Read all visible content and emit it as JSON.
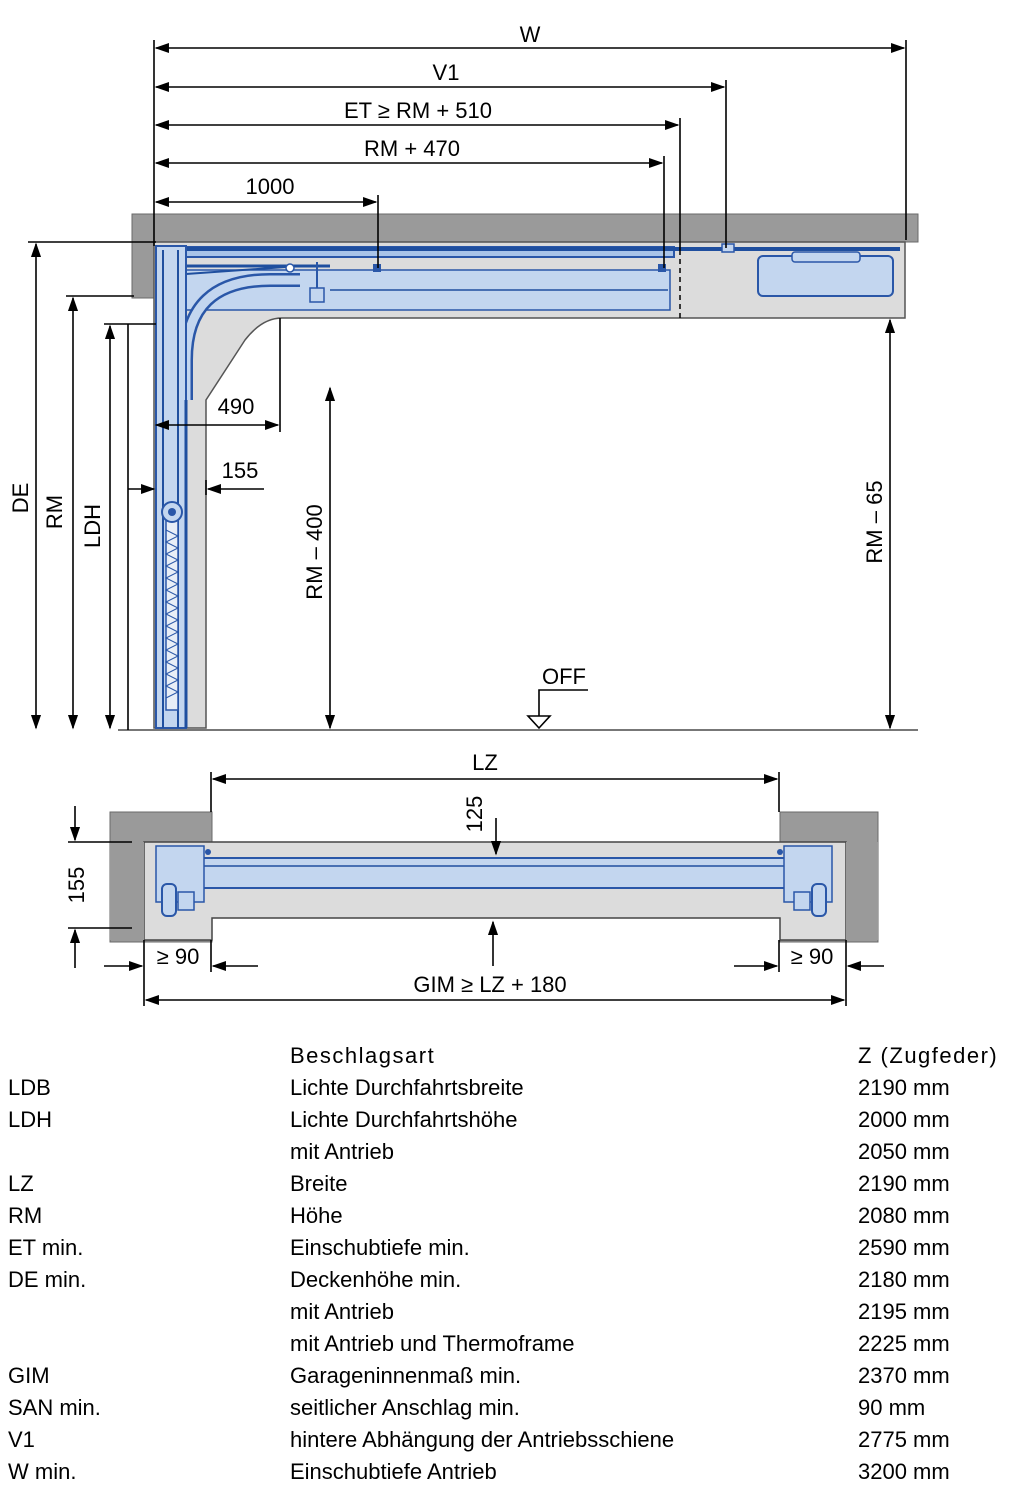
{
  "diagram": {
    "side_labels": {
      "W": "W",
      "V1": "V1",
      "ET": "ET ≥ RM + 510",
      "RM470": "RM + 470",
      "d1000": "1000",
      "d490": "490",
      "d155": "155",
      "DE": "DE",
      "RM": "RM",
      "LDH": "LDH",
      "RM400": "RM – 400",
      "RM65": "RM – 65",
      "OFF": "OFF"
    },
    "plan_labels": {
      "LZ": "LZ",
      "d125": "125",
      "d155": "155",
      "ge90_left": "≥ 90",
      "ge90_right": "≥ 90",
      "GIM": "GIM ≥ LZ + 180"
    }
  },
  "table": {
    "header": {
      "abbr": "",
      "desc": "Beschlagsart",
      "value": "Z (Zugfeder)"
    },
    "rows": [
      {
        "abbr": "LDB",
        "desc": "Lichte Durchfahrtsbreite",
        "value": "2190 mm"
      },
      {
        "abbr": "LDH",
        "desc": "Lichte Durchfahrtshöhe",
        "value": "2000 mm"
      },
      {
        "abbr": "",
        "desc": "mit Antrieb",
        "value": "2050 mm"
      },
      {
        "abbr": "LZ",
        "desc": "Breite",
        "value": "2190 mm"
      },
      {
        "abbr": "RM",
        "desc": "Höhe",
        "value": "2080 mm"
      },
      {
        "abbr": "ET min.",
        "desc": "Einschubtiefe min.",
        "value": "2590 mm"
      },
      {
        "abbr": "DE min.",
        "desc": "Deckenhöhe min.",
        "value": "2180 mm"
      },
      {
        "abbr": "",
        "desc": "mit Antrieb",
        "value": "2195 mm"
      },
      {
        "abbr": "",
        "desc": "mit Antrieb und Thermoframe",
        "value": "2225 mm"
      },
      {
        "abbr": "GIM",
        "desc": "Garageninnenmaß min.",
        "value": "2370 mm"
      },
      {
        "abbr": "SAN min.",
        "desc": "seitlicher Anschlag min.",
        "value": "90 mm"
      },
      {
        "abbr": "V1",
        "desc": "hintere Abhängung der Antriebsschiene",
        "value": "2775 mm"
      },
      {
        "abbr": "W min.",
        "desc": "Einschubtiefe Antrieb",
        "value": "3200 mm"
      }
    ]
  }
}
